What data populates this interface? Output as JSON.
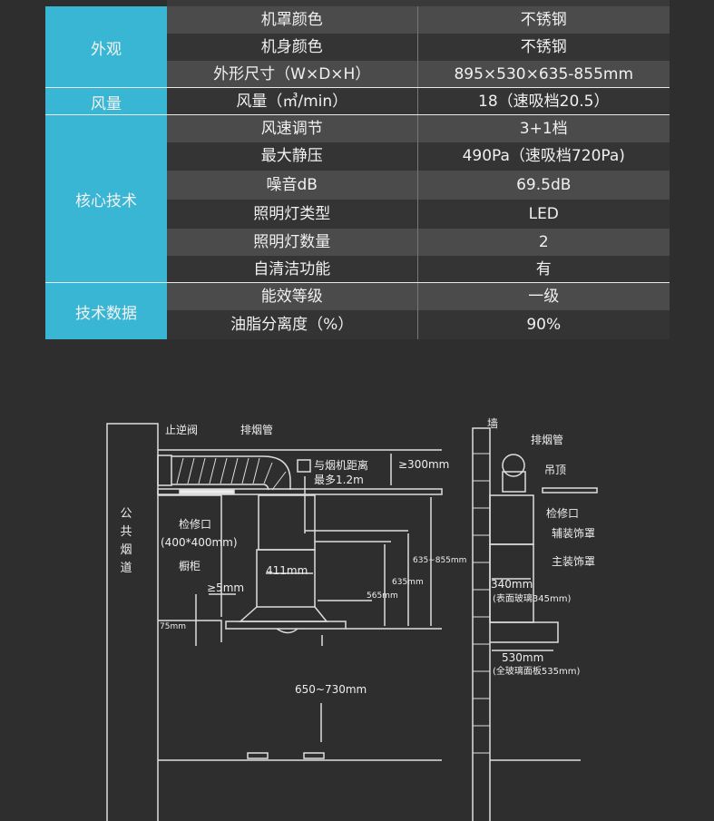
{
  "specs": {
    "groups": [
      {
        "label": "外观",
        "rows": [
          {
            "name": "机罩颜色",
            "value": "不锈钢"
          },
          {
            "name": "机身颜色",
            "value": "不锈钢"
          },
          {
            "name": "外形尺寸（W×D×H）",
            "value": "895×530×635-855mm"
          }
        ]
      },
      {
        "label": "风量",
        "rows": [
          {
            "name": "风量（㎥/min）",
            "value": "18（速吸档20.5）"
          }
        ]
      },
      {
        "label": "核心技术",
        "rows": [
          {
            "name": "风速调节",
            "value": "3+1档"
          },
          {
            "name": "最大静压",
            "value": "490Pa（速吸档720Pa)"
          },
          {
            "name": "噪音dB",
            "value": "69.5dB"
          },
          {
            "name": "照明灯类型",
            "value": "LED"
          },
          {
            "name": "照明灯数量",
            "value": "2"
          },
          {
            "name": "自清洁功能",
            "value": "有"
          }
        ]
      },
      {
        "label": "技术数据",
        "rows": [
          {
            "name": "能效等级",
            "value": "一级"
          },
          {
            "name": "油脂分离度（%）",
            "value": "90%"
          }
        ]
      }
    ]
  },
  "diagram": {
    "front": {
      "check_valve": "止逆阀",
      "exhaust_pipe": "排烟管",
      "socket_note_1": "与烟机距离",
      "socket_note_2": "最多1.2m",
      "ceiling_gap": "≥300mm",
      "public_flue": [
        "公",
        "共",
        "烟",
        "道"
      ],
      "access_port": "检修口",
      "access_size": "(400*400mm)",
      "cabinet": "橱柜",
      "gap": "≥5mm",
      "offset": "75mm",
      "width": "411mm",
      "h1": "565mm",
      "h2": "635mm",
      "h3": "635~855mm",
      "stove_height": "650~730mm"
    },
    "side": {
      "wall": "墙",
      "exhaust_pipe": "排烟管",
      "ceiling": "吊顶",
      "access_port": "检修口",
      "aux_cover": "辅装饰罩",
      "main_cover": "主装饰罩",
      "depth": "340mm",
      "depth_note": "(表面玻璃345mm)",
      "panel": "530mm",
      "panel_note": "(全玻璃面板535mm)"
    }
  }
}
